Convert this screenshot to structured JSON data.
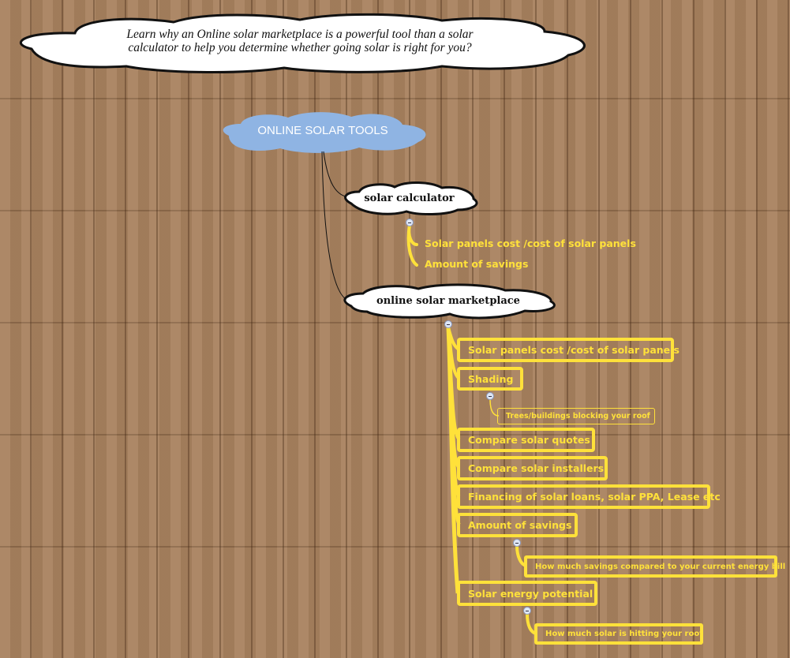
{
  "intro": {
    "line1": "Learn why an Online solar marketplace is a powerful tool than a solar",
    "line2": "calculator to help you determine whether going solar is right for you?"
  },
  "root": {
    "label": "ONLINE SOLAR TOOLS",
    "color": "#8fb4e3"
  },
  "calculator": {
    "label": "solar calculator",
    "children": [
      "Solar panels cost /cost of solar panels",
      "Amount of savings"
    ]
  },
  "marketplace": {
    "label": "online solar marketplace",
    "children": [
      {
        "label": "Solar panels cost /cost of solar panels"
      },
      {
        "label": "Shading",
        "sub": "Trees/buildings blocking your roof"
      },
      {
        "label": "Compare solar quotes"
      },
      {
        "label": "Compare solar installers"
      },
      {
        "label": "Financing of solar loans, solar PPA, Lease etc"
      },
      {
        "label": "Amount of savings",
        "sub": "How much savings compared to your current energy bill"
      },
      {
        "label": "Solar energy potential",
        "sub": "How much solar is hitting your roof"
      }
    ]
  },
  "colors": {
    "accent": "#ffe13a"
  }
}
